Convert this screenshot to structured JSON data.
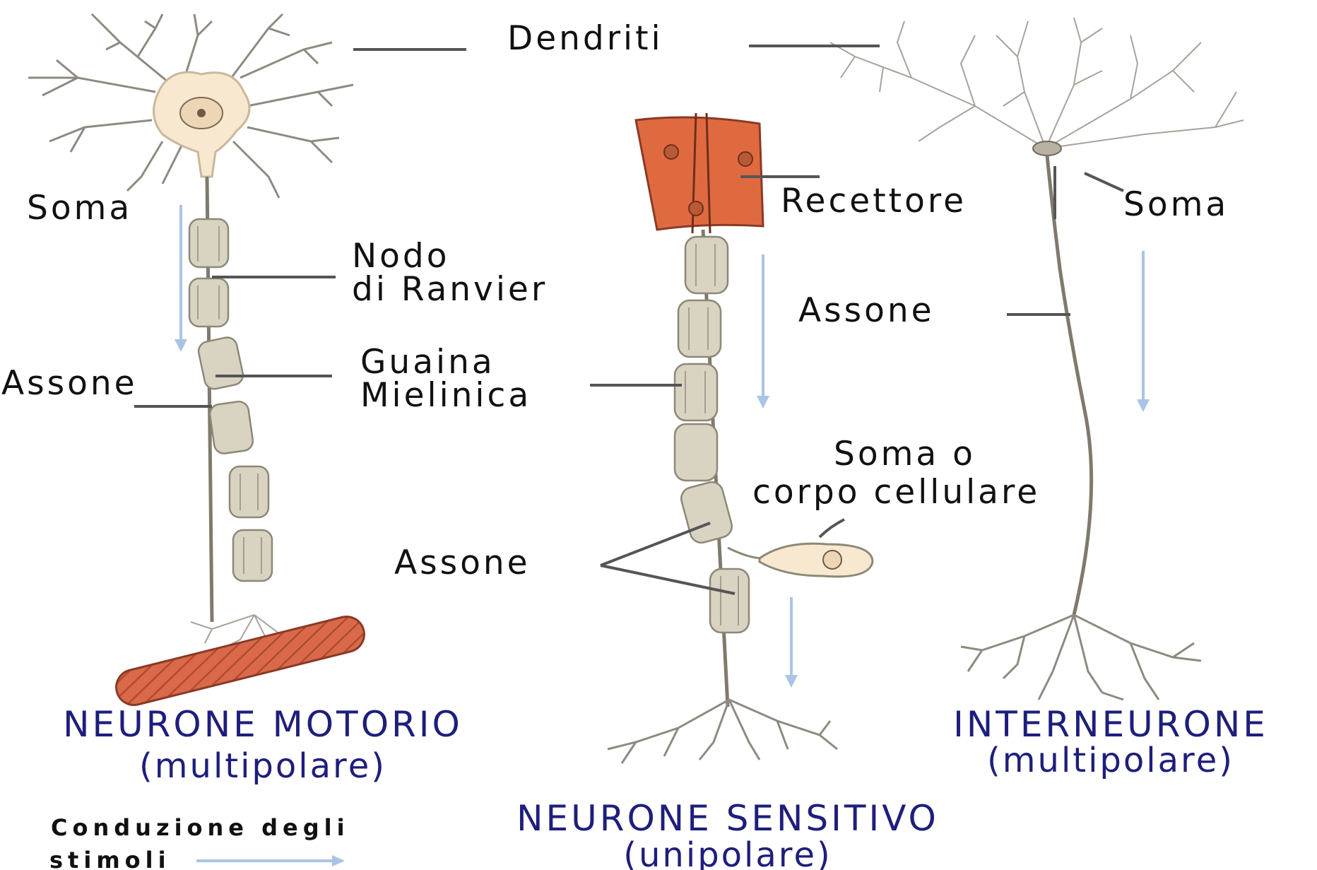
{
  "labels": {
    "dendriti": "Dendriti",
    "soma_left": "Soma",
    "nodo_line1": "Nodo",
    "nodo_line2": "di Ranvier",
    "assone_left": "Assone",
    "guaina_line1": "Guaina",
    "guaina_line2": "Mielinica",
    "recettore": "Recettore",
    "assone_middle": "Assone",
    "soma_corpo_line1": "Soma o",
    "soma_corpo_line2": "corpo cellulare",
    "assone_bottom": "Assone",
    "soma_right": "Soma"
  },
  "titles": {
    "motorio": "NEURONE MOTORIO",
    "motorio_sub": "(multipolare)",
    "sensitivo": "NEURONE SENSITIVO",
    "sensitivo_sub": "(unipolare)",
    "interneurone": "INTERNEURONE",
    "interneurone_sub": "(multipolare)"
  },
  "legend": {
    "line1": "Conduzione degli",
    "line2": "stimoli"
  },
  "colors": {
    "title_text": "#1e1e7c",
    "flow_arrow": "#a9c4e4",
    "cell_body": "#f7e8cf",
    "muscle": "#d9694a",
    "receptor": "#e06a40",
    "myelin": "#d9d3c2"
  },
  "icons": {
    "flow_arrow": "down-arrow-icon",
    "legend_arrow": "right-arrow-icon"
  }
}
